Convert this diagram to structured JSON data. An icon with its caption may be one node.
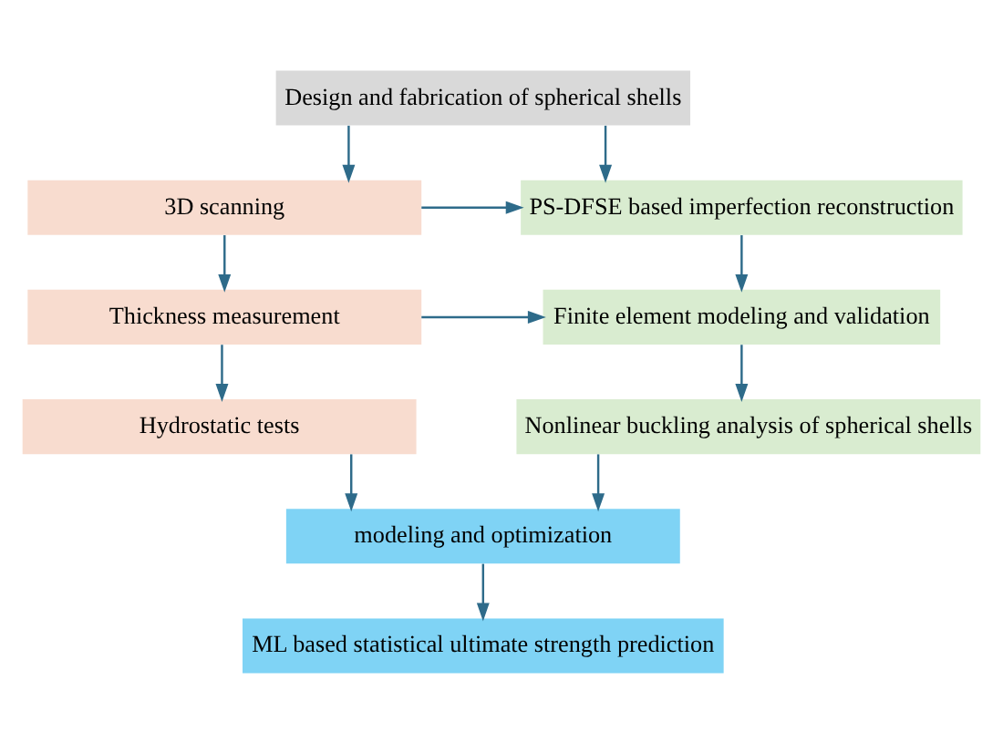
{
  "diagram": {
    "nodes": [
      {
        "text": [
          "Design and fabrication of spherical shells"
        ]
      },
      {
        "text": [
          "3D scanning"
        ]
      },
      {
        "text": [
          "PS-DFSE based imperfection reconstruction"
        ]
      },
      {
        "text": [
          "Thickness measurement"
        ]
      },
      {
        "text": [
          "Finite element modeling and validation"
        ]
      },
      {
        "text": [
          "Hydrostatic tests"
        ]
      },
      {
        "text": [
          "Nonlinear buckling analysis of spherical shells"
        ]
      },
      {
        "text": [
          "modeling and optimization"
        ]
      },
      {
        "text": [
          "ML based statistical ultimate strength prediction"
        ]
      }
    ],
    "edges": [
      {
        "from": 0,
        "to": 1,
        "arrow": "to"
      },
      {
        "from": 0,
        "to": 2,
        "arrow": "to"
      },
      {
        "from": 1,
        "to": 2,
        "arrow": "to"
      },
      {
        "from": 1,
        "to": 3,
        "arrow": "to"
      },
      {
        "from": 2,
        "to": 4,
        "arrow": "to"
      },
      {
        "from": 3,
        "to": 4,
        "arrow": "to"
      },
      {
        "from": 3,
        "to": 5,
        "arrow": "to"
      },
      {
        "from": 4,
        "to": 6,
        "arrow": "to"
      },
      {
        "from": 5,
        "to": 7,
        "arrow": "to"
      },
      {
        "from": 6,
        "to": 7,
        "arrow": "to"
      },
      {
        "from": 7,
        "to": 8,
        "arrow": "to"
      }
    ]
  }
}
